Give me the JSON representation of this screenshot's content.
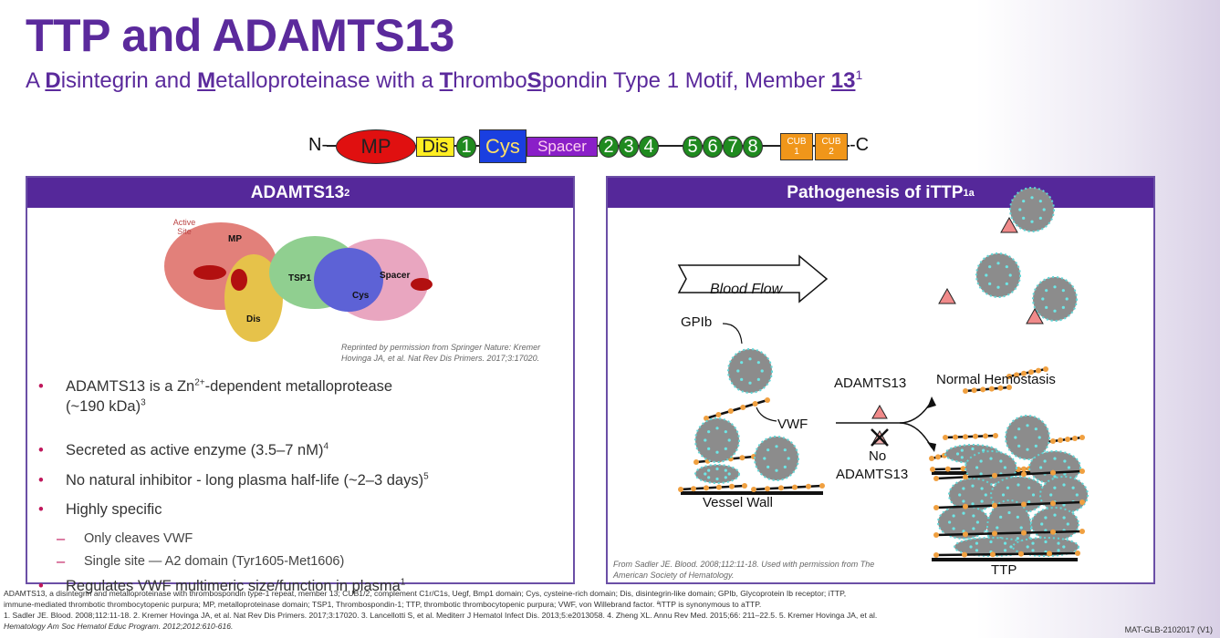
{
  "title": "TTP and ADAMTS13",
  "subtitle": {
    "parts": [
      {
        "b": "A ",
        "u": false
      },
      {
        "b": "D",
        "u": true
      },
      {
        "b": "isintegrin and ",
        "u": false
      },
      {
        "b": "M",
        "u": true
      },
      {
        "b": "etalloproteinase with a ",
        "u": false
      },
      {
        "b": "T",
        "u": true
      },
      {
        "b": "hrombo",
        "u": false
      },
      {
        "b": "S",
        "u": true
      },
      {
        "b": "pondin Type 1 Motif, Member ",
        "u": false
      },
      {
        "b": "13",
        "u": true
      }
    ],
    "sup": "1"
  },
  "domains": {
    "n": "N-",
    "c": "-C",
    "mp": "MP",
    "dis": "Dis",
    "one": "1",
    "cys": "Cys",
    "spacer": "Spacer",
    "tsp": [
      "2",
      "3",
      "4",
      "5",
      "6",
      "7",
      "8"
    ],
    "cub1": [
      "CUB",
      "1"
    ],
    "cub2": [
      "CUB",
      "2"
    ]
  },
  "left_panel": {
    "title": "ADAMTS13",
    "title_sup": "2",
    "structure_labels": {
      "active_site": "Active Site",
      "mp": "MP",
      "dis": "Dis",
      "tsp1": "TSP1",
      "cys": "Cys",
      "spacer": "Spacer"
    },
    "caption": [
      "Reprinted by permission from Springer Nature: Kremer",
      "Hovinga JA, et al. Nat Rev Dis Primers. 2017;3:17020."
    ],
    "bullets": [
      {
        "pre": "ADAMTS13 is a Zn",
        "sup": "2+",
        "post": "-dependent metalloprotease",
        "line2": "(~190 kDa)",
        "sup2": "3"
      },
      {
        "text": "Secreted as active enzyme (3.5–7 nM)",
        "sup": "4"
      },
      {
        "text": "No natural inhibitor - long plasma half-life (~2–3 days)",
        "sup": "5"
      },
      {
        "text": "Highly specific"
      },
      {
        "text": "Only cleaves VWF",
        "sub": true
      },
      {
        "text": "Single site — A2 domain (Tyr1605-Met1606)",
        "sub": true
      },
      {
        "text": "Regulates VWF multimeric size/function in plasma",
        "sup": "1"
      }
    ]
  },
  "right_panel": {
    "title": "Pathogenesis of iTTP",
    "title_sup": "1a",
    "labels": {
      "blood_flow": "Blood Flow",
      "gpib": "GPIb",
      "vwf": "VWF",
      "vessel_wall": "Vessel Wall",
      "adamts13": "ADAMTS13",
      "no": "No",
      "no_adamts13": "ADAMTS13",
      "normal": "Normal Hemostasis",
      "ttp": "TTP"
    },
    "caption": [
      "From Sadler JE. Blood. 2008;112:11-18. Used with permission from The",
      "American Society of Hematology."
    ]
  },
  "footer": [
    "ADAMTS13, a disintegrin and metalloproteinase with thrombospondin type-1 repeat, member 13; CUB1/2, complement C1r/C1s, Uegf, Bmp1 domain; Cys, cysteine-rich domain; Dis, disintegrin-like domain; GPIb, Glycoprotein Ib receptor; iTTP,",
    "immune-mediated thrombotic thrombocytopenic purpura; MP, metalloproteinase domain; TSP1, Thrombospondin-1; TTP, thrombotic thrombocytopenic purpura;  VWF, von Willebrand factor. ªiTTP is synonymous to aTTP.",
    "1. Sadler JE. Blood. 2008;112:11-18. 2. Kremer Hovinga JA, et al. Nat Rev Dis Primers. 2017;3:17020. 3. Lancellotti S, et al. Mediterr J Hematol Infect Dis. 2013;5:e2013058. 4. Zheng XL. Annu Rev Med. 2015;66: 211–22.5. 5. Kremer Hovinga JA, et al.",
    "Hematology Am Soc Hematol Educ Program. 2012;2012:610-616."
  ],
  "code": "MAT-GLB-2102017 (V1)"
}
